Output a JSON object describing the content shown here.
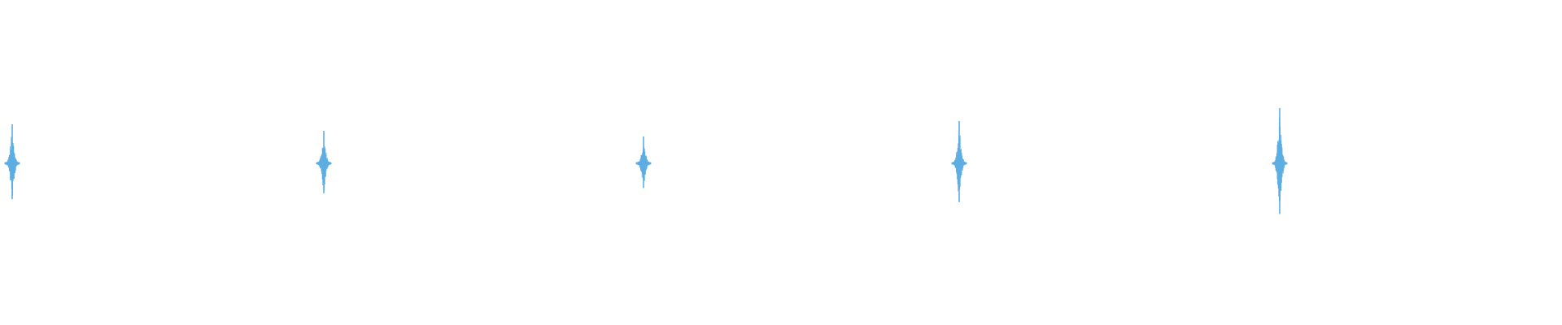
{
  "waveform": {
    "color": "#5dade2",
    "background": "#ffffff",
    "bursts": [
      {
        "level": 0.48
      },
      {
        "level": 0.4
      },
      {
        "level": 0.33
      },
      {
        "level": 0.52
      },
      {
        "level": 0.68
      }
    ]
  }
}
